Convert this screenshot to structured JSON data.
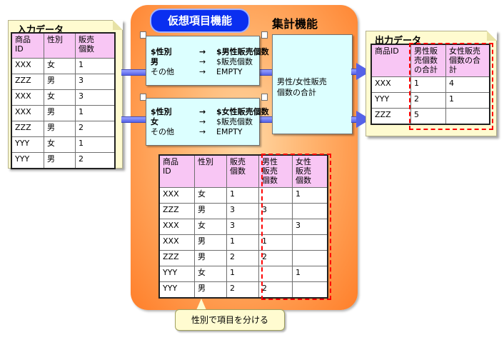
{
  "input": {
    "title": "入力データ",
    "headers": [
      "商品\nID",
      "性別",
      "販売\n個数"
    ],
    "rows": [
      [
        "XXX",
        "女",
        "1"
      ],
      [
        "ZZZ",
        "男",
        "3"
      ],
      [
        "XXX",
        "女",
        "3"
      ],
      [
        "XXX",
        "男",
        "1"
      ],
      [
        "ZZZ",
        "男",
        "2"
      ],
      [
        "YYY",
        "女",
        "1"
      ],
      [
        "YYY",
        "男",
        "2"
      ]
    ]
  },
  "virtual": {
    "title": "仮想項目機能",
    "rule_male": {
      "line1_left": "$性別",
      "line1_arrow": "→",
      "line1_right": "$男性販売個数",
      "line2_left": "男",
      "line2_arrow": "→",
      "line2_right": "$販売個数",
      "line3_left": "その他",
      "line3_arrow": "→",
      "line3_right": "EMPTY"
    },
    "rule_female": {
      "line1_left": "$性別",
      "line1_arrow": "→",
      "line1_right": "$女性販売個数",
      "line2_left": "女",
      "line2_arrow": "→",
      "line2_right": "$販売個数",
      "line3_left": "その他",
      "line3_arrow": "→",
      "line3_right": "EMPTY"
    },
    "headers": [
      "商品\nID",
      "性別",
      "販売\n個数",
      "男性\n販売\n個数",
      "女性\n販売\n個数"
    ],
    "rows": [
      [
        "XXX",
        "女",
        "1",
        "",
        "1"
      ],
      [
        "ZZZ",
        "男",
        "3",
        "3",
        ""
      ],
      [
        "XXX",
        "女",
        "3",
        "",
        "3"
      ],
      [
        "XXX",
        "男",
        "1",
        "1",
        ""
      ],
      [
        "ZZZ",
        "男",
        "2",
        "2",
        ""
      ],
      [
        "YYY",
        "女",
        "1",
        "",
        "1"
      ],
      [
        "YYY",
        "男",
        "2",
        "2",
        ""
      ]
    ],
    "callout": "性別で項目を分ける"
  },
  "aggregate": {
    "title": "集計機能",
    "box_text": "男性/女性販売\n個数の合計"
  },
  "output": {
    "title": "出力データ",
    "headers": [
      "商品ID",
      "男性販\n売個数\nの合計",
      "女性販売\n個数の合\n計"
    ],
    "rows": [
      [
        "XXX",
        "1",
        "4"
      ],
      [
        "YYY",
        "2",
        "1"
      ],
      [
        "ZZZ",
        "5",
        ""
      ]
    ]
  },
  "colors": {
    "header_fill": "#f8c6f4",
    "virtual_pill": "#0a2ff0",
    "panel_orange": "#ff7f2a",
    "rule_box": "#dcffff",
    "arrow": "#5562e8",
    "highlight_dash": "#ff0000"
  }
}
